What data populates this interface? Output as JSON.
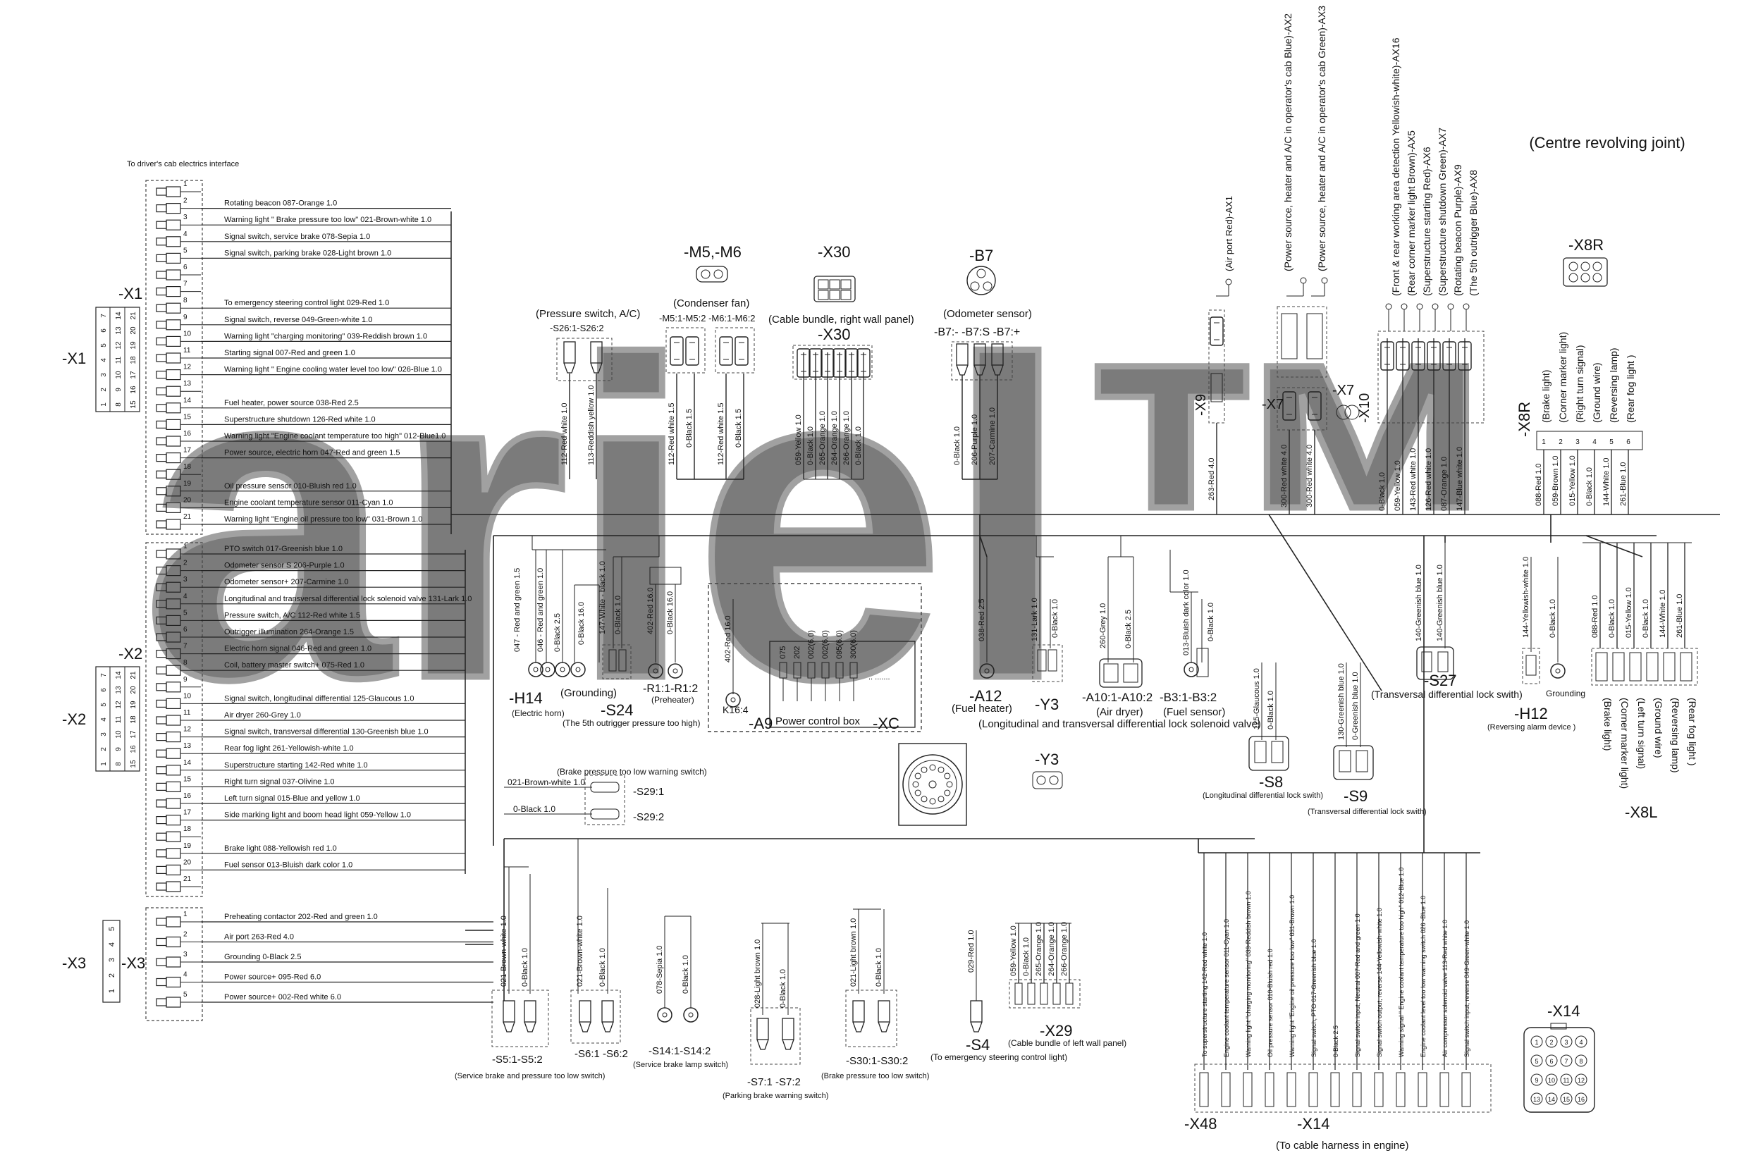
{
  "title": "(Centre revolving joint)",
  "watermark": "ariel™",
  "x1": {
    "label": "-X1",
    "caption": "To driver's cab electrics interface",
    "pins": [
      {
        "n": "1",
        "text": ""
      },
      {
        "n": "2",
        "text": "Rotating beacon 087-Orange 1.0"
      },
      {
        "n": "3",
        "text": "Warning light \" Brake pressure too low\" 021-Brown-white 1.0"
      },
      {
        "n": "4",
        "text": "Signal switch, service brake 078-Sepia 1.0"
      },
      {
        "n": "5",
        "text": "Signal switch, parking brake 028-Light brown 1.0"
      },
      {
        "n": "6",
        "text": ""
      },
      {
        "n": "7",
        "text": ""
      },
      {
        "n": "8",
        "text": "To emergency steering control light 029-Red 1.0"
      },
      {
        "n": "9",
        "text": "Signal switch, reverse 049-Green-white 1.0"
      },
      {
        "n": "10",
        "text": "Warning light \"charging monitoring\" 039-Reddish brown 1.0"
      },
      {
        "n": "11",
        "text": "Starting signal 007-Red and green 1.0"
      },
      {
        "n": "12",
        "text": "Warning light \" Engine cooling water level too low\" 026-Blue 1.0"
      },
      {
        "n": "13",
        "text": ""
      },
      {
        "n": "14",
        "text": "Fuel heater, power source 038-Red 2.5"
      },
      {
        "n": "15",
        "text": "Superstructure shutdown 126-Red white 1.0"
      },
      {
        "n": "16",
        "text": "Warning light \"Engine coolant temperature too high\" 012-Blue1.0"
      },
      {
        "n": "17",
        "text": "Power source, electric horn 047-Red and green 1.5"
      },
      {
        "n": "18",
        "text": ""
      },
      {
        "n": "19",
        "text": "Oil pressure sensor 010-Bluish red 1.0"
      },
      {
        "n": "20",
        "text": "Engine coolant temperature sensor 011-Cyan 1.0"
      },
      {
        "n": "21",
        "text": "Warning light \"Engine oil pressure too low\" 031-Brown 1.0"
      }
    ]
  },
  "x2": {
    "label": "-X2",
    "pins": [
      {
        "n": "1",
        "text": "PTO switch 017-Greenish blue 1.0"
      },
      {
        "n": "2",
        "text": "Odometer sensor S 206-Purple 1.0"
      },
      {
        "n": "3",
        "text": "Odometer sensor+ 207-Carmine 1.0"
      },
      {
        "n": "4",
        "text": "Longitudinal and transversal differential lock solenoid valve 131-Lark 1.0"
      },
      {
        "n": "5",
        "text": "Pressure switch, A/C 112-Red white 1.5"
      },
      {
        "n": "6",
        "text": "Outrigger illumination 264-Orange 1.5"
      },
      {
        "n": "7",
        "text": "Electric horn signal 046-Red and green 1.0"
      },
      {
        "n": "8",
        "text": "Coil, battery master switch+ 075-Red 1.0"
      },
      {
        "n": "9",
        "text": ""
      },
      {
        "n": "10",
        "text": "Signal switch, longitudinal differential 125-Glaucous 1.0"
      },
      {
        "n": "11",
        "text": "Air dryer 260-Grey 1.0"
      },
      {
        "n": "12",
        "text": "Signal switch, transversal differential 130-Greenish blue 1.0"
      },
      {
        "n": "13",
        "text": "Rear fog light 261-Yellowish-white 1.0"
      },
      {
        "n": "14",
        "text": "Superstructure starting 142-Red white 1.0"
      },
      {
        "n": "15",
        "text": "Right turn signal 037-Olivine 1.0"
      },
      {
        "n": "16",
        "text": "Left turn signal 015-Blue and yellow 1.0"
      },
      {
        "n": "17",
        "text": "Side marking light and boom head light 059-Yellow 1.0"
      },
      {
        "n": "18",
        "text": ""
      },
      {
        "n": "19",
        "text": "Brake light 088-Yellowish red 1.0"
      },
      {
        "n": "20",
        "text": "Fuel sensor 013-Bluish dark color 1.0"
      },
      {
        "n": "21",
        "text": ""
      }
    ]
  },
  "x3": {
    "label": "-X3",
    "pins": [
      {
        "n": "1",
        "text": "Preheating contactor 202-Red and green 1.0"
      },
      {
        "n": "2",
        "text": "Air port 263-Red 4.0"
      },
      {
        "n": "3",
        "text": "Grounding 0-Black 2.5"
      },
      {
        "n": "4",
        "text": "Power source+ 095-Red 6.0"
      },
      {
        "n": "5",
        "text": "Power source+ 002-Red white 6.0"
      }
    ]
  },
  "components": {
    "s26": {
      "label": "(Pressure switch, A/C)",
      "pins": "-S26:1-S26:2",
      "w1": "112-Red white 1.0",
      "w2": "113-Reddish yellow 1.0"
    },
    "m5": {
      "label": "-M5,-M6",
      "caption": "(Condenser fan)",
      "pins": "-M5:1-M5:2 -M6:1-M6:2",
      "w1": "112-Red white 1.5",
      "w2": "0-Black 1.5",
      "w3": "112-Red white 1.5",
      "w4": "0-Black 1.5"
    },
    "x30": {
      "label": "-X30",
      "caption": "(Cable bundle, right wall panel)",
      "label2": "-X30",
      "wires": [
        "059-Yellow 1.0",
        "0-Black 1.0",
        "265-Orange 1.0",
        "264-Orange 1.0",
        "266-Orange 1.0",
        "0-Black 1.0"
      ]
    },
    "b7": {
      "label": "-B7",
      "caption": "(Odometer sensor)",
      "pins": "-B7:- -B7:S -B7:+",
      "wires": [
        "0-Black 1.0",
        "206-Purple 1.0",
        "207-Carmine 1.0"
      ]
    },
    "x9": {
      "label": "-X9",
      "wire": "263-Red 4.0",
      "note": "(Air port Red)-AX1"
    },
    "x7": {
      "label": "-X7",
      "label2": "-X7",
      "wires": [
        "300-Red white 4.0",
        "300-Red white 4.0"
      ],
      "notes": [
        "(Power source, heater and A/C in operator's cab Blue)-AX2",
        "(Power source, heater and A/C in operator's cab Green)-AX3"
      ]
    },
    "x10": {
      "label": "-X10",
      "wires": [
        "0-Black 1.0",
        "059-Yellow 1.0",
        "143-Red white 1.0",
        "126-Red white 1.0",
        "087-Orange 1.0",
        "147-Blue white 1.0"
      ],
      "notes": [
        "(Front & rear working area detection Yellowish-white)-AX16",
        "(Rear corner marker light Brown)-AX5",
        "(Superstructure starting Red)-AX6",
        "(Superstructure shutdown Green)-AX7",
        "(Rotating beacon Purple)-AX9",
        "(The 5th outrigger Blue)-AX8"
      ]
    },
    "x8r": {
      "label": "-X8R",
      "label2": "-X8R",
      "notes": [
        "(Brake light)",
        "(Corner marker light)",
        "(Right turn signal)",
        "(Ground wire)",
        "(Reversing lamp)",
        "(Rear fog light )"
      ],
      "wires": [
        "088-Red 1.0",
        "059-Brown 1.0",
        "015-Yellow 1.0",
        "0-Black 1.0",
        "144-White 1.0",
        "261-Blue 1.0"
      ]
    },
    "h14": {
      "label": "-H14",
      "caption": "(Electric horn)",
      "wires": [
        "047 - Red and green 1.5",
        "046 - Red and green 1.0",
        "0-Black 2.5",
        "0-Black 16.0"
      ],
      "ground": "(Grounding)"
    },
    "s24": {
      "label": "-S24",
      "caption": "(The 5th outrigger pressure too high)",
      "wire": "147-White - black 1.0",
      "wire2": "0-Black 1.0"
    },
    "r1": {
      "label": "-R1:1-R1:2",
      "caption": "(Preheater)",
      "wires": [
        "402-Red 16.0",
        "0-Black 16.0"
      ]
    },
    "a9": {
      "label": "-A9",
      "k16": "K16:4",
      "wire": "402-Red 16.0",
      "box": "Power control box",
      "xc": "-XC",
      "slots": [
        "075",
        "202",
        "002(6.0)",
        "002(6.0)",
        "095(6.0)",
        "300(6.0)"
      ]
    },
    "a12": {
      "label": "-A12",
      "caption": "(Fuel heater)",
      "wire": "038-Red 2.5"
    },
    "y3": {
      "label": "-Y3",
      "caption": "(Longitudinal and transversal differential lock solenoid valve)",
      "label2": "-Y3",
      "wires": [
        "131-Lark 1.0",
        "0-Black 1.0"
      ]
    },
    "a10": {
      "label": "-A10:1-A10:2",
      "caption": "(Air dryer)",
      "wires": [
        "260-Grey 1.0",
        "0-Black 2.5"
      ]
    },
    "b3": {
      "label": "-B3:1-B3:2",
      "caption": "(Fuel sensor)",
      "wires": [
        "013-Bluish dark color 1.0",
        "0-Black 1.0"
      ]
    },
    "s8": {
      "label": "-S8",
      "caption": "(Longitudinal differential lock swith)",
      "wires": [
        "125-Glaucous 1.0",
        "0-Black 1.0"
      ]
    },
    "s9": {
      "label": "-S9",
      "caption": "(Transversal differential lock swith)",
      "wires": [
        "130-Greenish blue 1.0",
        "0-Greenish blue 1.0"
      ]
    },
    "s27": {
      "label": "-S27",
      "caption": "(Transversal differential lock swith)",
      "wires": [
        "140-Greenish blue 1.0",
        "140-Greenish blue 1.0"
      ]
    },
    "h12": {
      "label": "-H12",
      "caption": "(Reversing alarm device )",
      "wires": [
        "144-Yellowish-white 1.0",
        "0-Black 1.0"
      ],
      "ground": "Grounding"
    },
    "x8l": {
      "label": "-X8L",
      "wires": [
        "088-Red 1.0",
        "0-Black 1.0",
        "015-Yellow 1.0",
        "0-Black 1.0",
        "144-White 1.0",
        "261-Blue 1.0"
      ],
      "notes": [
        "(Brake light)",
        "(Corner marker light)",
        "(Left turn signal)",
        "(Ground wire)",
        "(Reversing lamp)",
        "(Rear fog light )"
      ]
    },
    "s29": {
      "caption": "(Brake pressure too low warning switch)",
      "w1": "021-Brown-white 1.0",
      "w2": "0-Black 1.0",
      "p1": "-S29:1",
      "p2": "-S29:2"
    },
    "s5": {
      "label": "-S5:1-S5:2",
      "caption": "(Service brake and pressure too low switch)",
      "wires": [
        "021-Brown-white 1.0",
        "0-Black 1.0"
      ]
    },
    "s6": {
      "label": "-S6:1 -S6:2",
      "wires": [
        "021-Brown-white 1.0",
        "0-Black 1.0"
      ]
    },
    "s14": {
      "label": "-S14:1-S14:2",
      "caption": "(Service brake lamp switch)",
      "wires": [
        "078-Sepia 1.0",
        "0-Black 1.0"
      ]
    },
    "s7": {
      "label": "-S7:1 -S7:2",
      "caption": "(Parking brake warning switch)",
      "wires": [
        "028-Light brown 1.0",
        "0-Black 1.0"
      ]
    },
    "s30": {
      "label": "-S30:1-S30:2",
      "caption": "(Brake pressure too low switch)",
      "wires": [
        "021-Light brown 1.0",
        "0-Black 1.0"
      ]
    },
    "s4": {
      "label": "-S4",
      "caption": "(To emergency steering control light)",
      "wire": "029-Red 1.0"
    },
    "x29": {
      "label": "-X29",
      "caption": "(Cable bundle of left wall panel)",
      "wires": [
        "059-Yellow 1.0",
        "0-Black 1.0",
        "265-Orange 1.0",
        "264-Orange 1.0",
        "266-Orange 1.0"
      ]
    },
    "x14": {
      "label": "-X14",
      "label2": "-X14",
      "caption": "(To cable harness in engine)",
      "x48": "-X48",
      "wires": [
        "To superstructure starting 142-Red white 1.0",
        "Engine coolant temperature sensor 011-Cyan 1.0",
        "Warning light \"charging monitoring\" 039-Reddish brown 1.0",
        "Oil pressure sensor 010-Bluish red 1.0",
        "Warning light \"Engine oil pressure too low\" 031-Brown 1.0",
        "Signal switch, PTO 017-Greenish blue 1.0",
        "0-Black 2.5",
        "Signal switch input, Neutral 007-Red and green 1.0",
        "Signal switch output, reverse 144-Yellowish-white 1.0",
        "Warning signal \" Engine coolant temperature too high\" 012-Blue 1.0",
        "Engine coolant level too low warning switch 026 -Blue 1.0",
        "Air compressor solenoid valve 113-Red white 1.0",
        "Signal switch input, reverse 049-Green-white 1.0"
      ]
    }
  }
}
